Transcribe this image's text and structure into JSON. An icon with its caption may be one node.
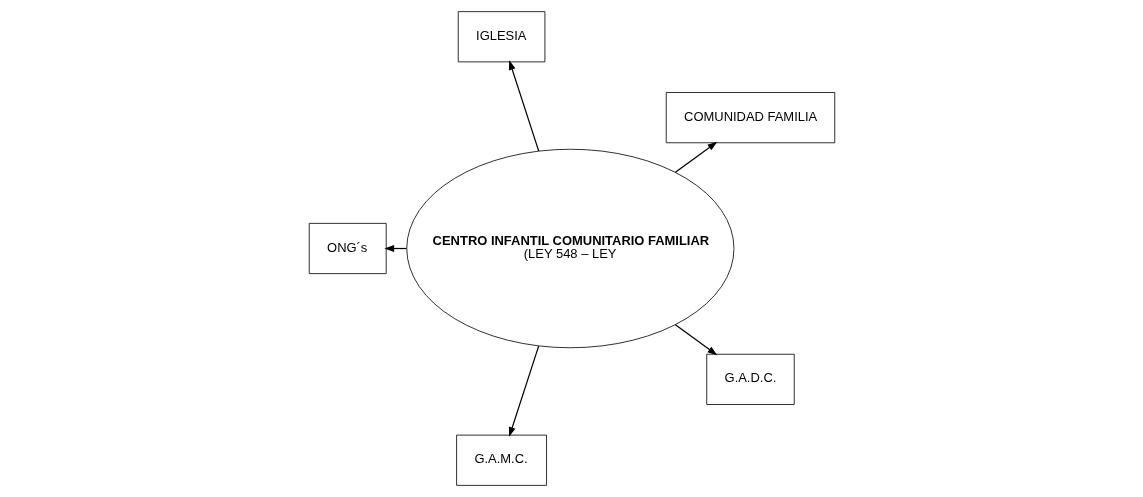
{
  "diagram": {
    "nodes": [
      {
        "text": [
          "COMUNIDAD FAMILIA"
        ]
      },
      {
        "text": [
          "IGLESIA"
        ]
      },
      {
        "text": [
          "ONG´s"
        ]
      },
      {
        "text": [
          "CENTRO INFANTIL COMUNITARIO FAMILIAR",
          "(LEY 548 – LEY"
        ]
      },
      {
        "text": [
          "G.A.M.C."
        ]
      },
      {
        "text": [
          "G.A.D.C."
        ]
      }
    ],
    "edges": [
      {
        "from": 3,
        "to": 0,
        "arrow": "to"
      },
      {
        "from": 3,
        "to": 1,
        "arrow": "to"
      },
      {
        "from": 3,
        "to": 2,
        "arrow": "to"
      },
      {
        "from": 3,
        "to": 4,
        "arrow": "to"
      },
      {
        "from": 3,
        "to": 5,
        "arrow": "to"
      }
    ]
  }
}
